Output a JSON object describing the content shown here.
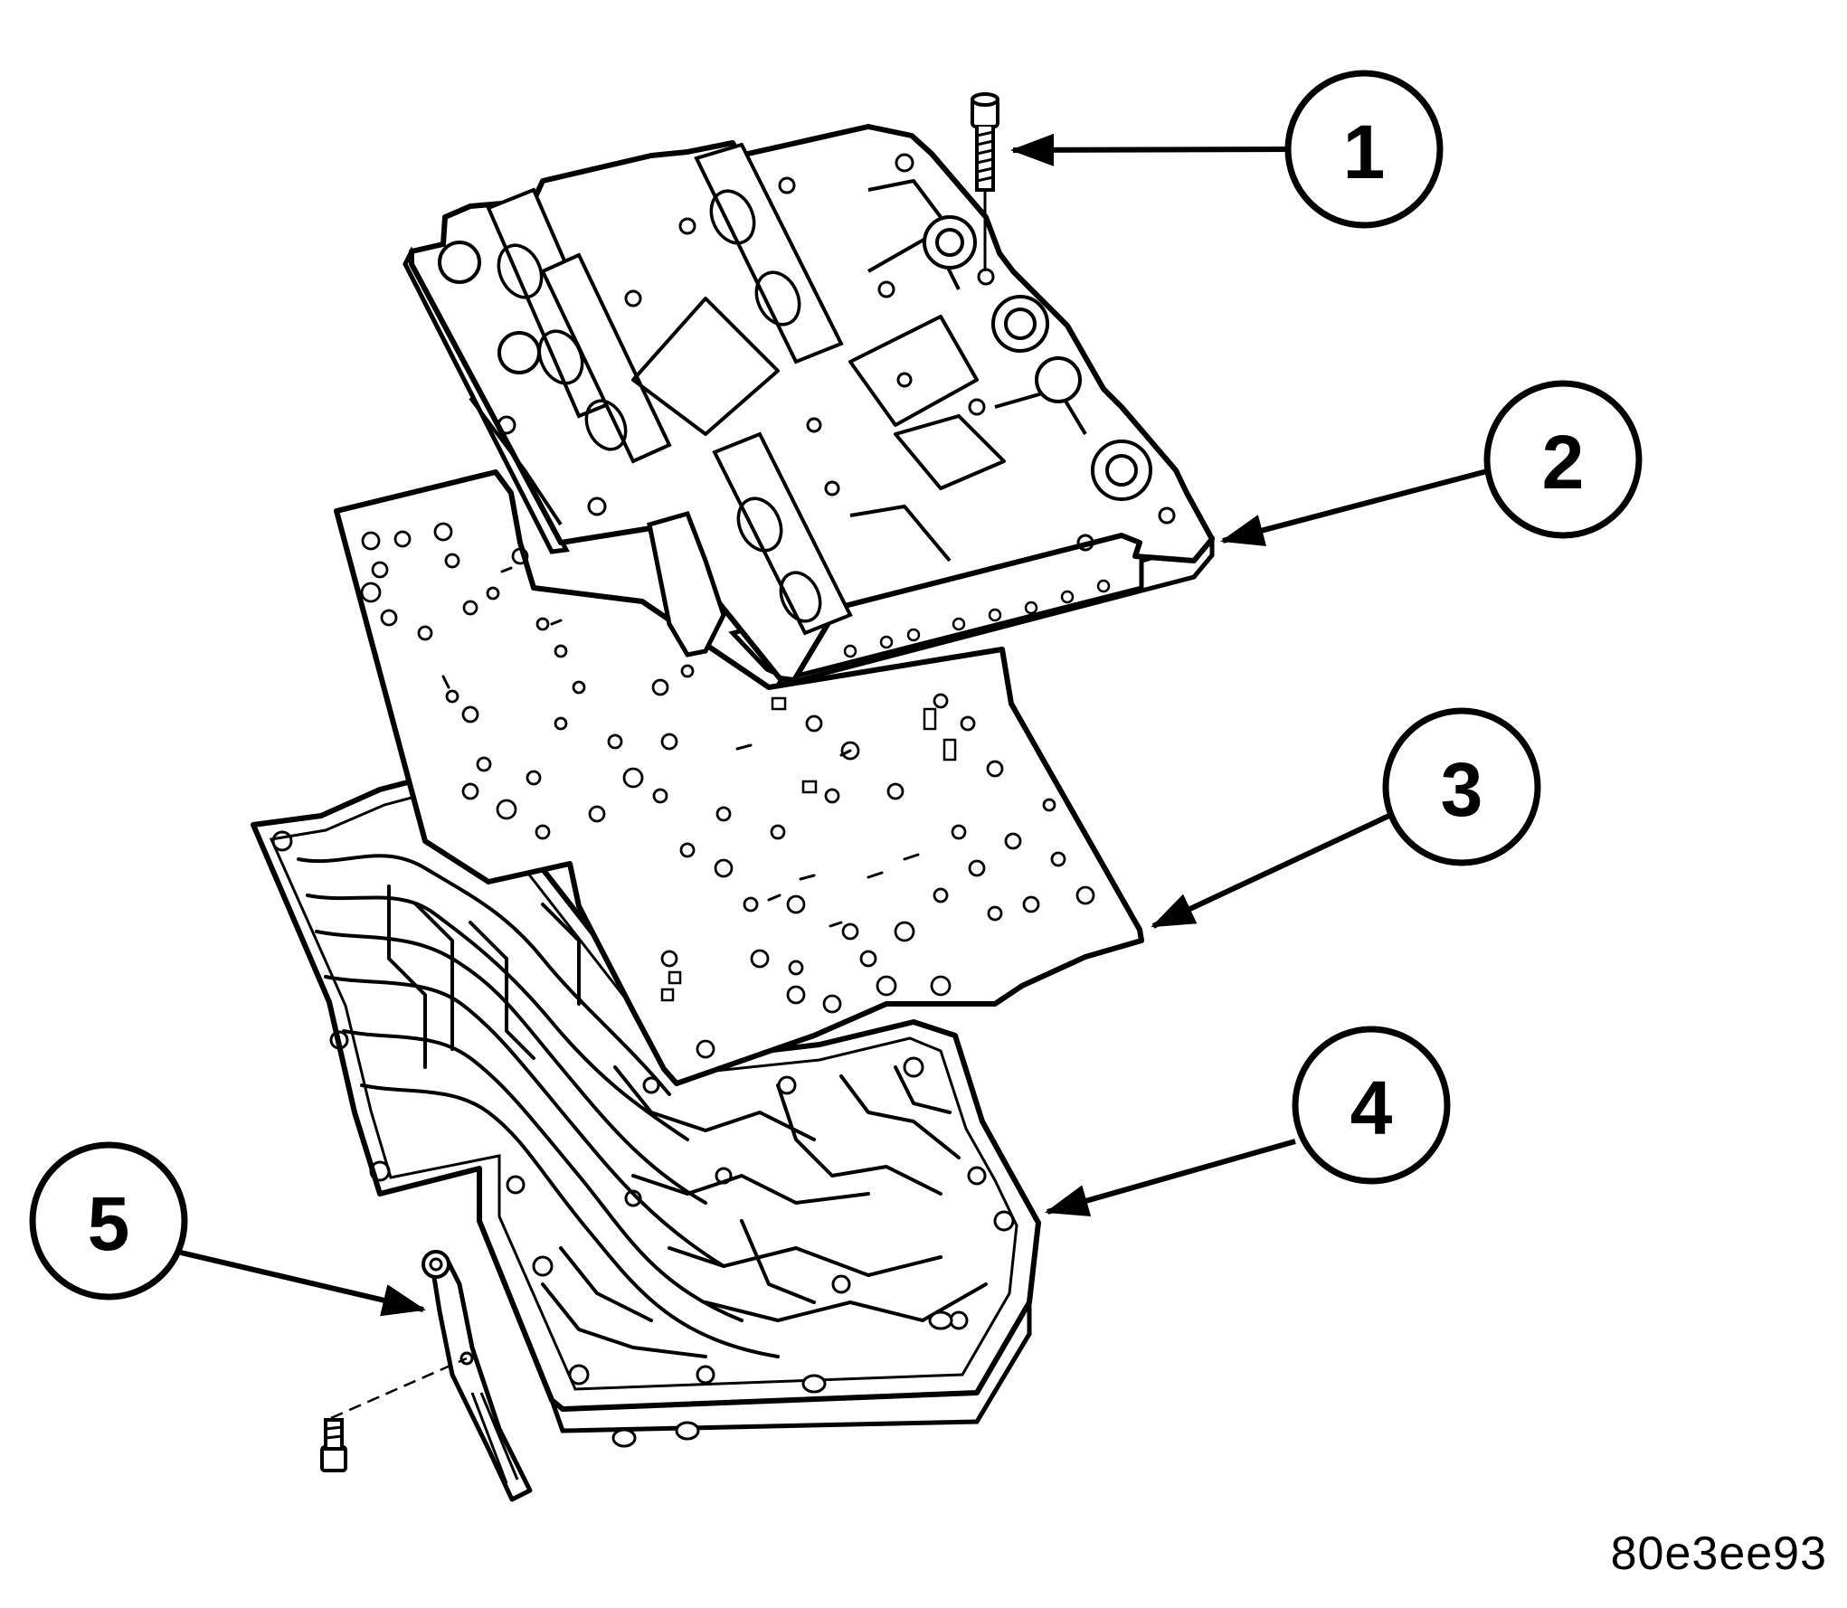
{
  "callouts": [
    {
      "id": 1,
      "label": "1"
    },
    {
      "id": 2,
      "label": "2"
    },
    {
      "id": 3,
      "label": "3"
    },
    {
      "id": 4,
      "label": "4"
    },
    {
      "id": 5,
      "label": "5"
    }
  ],
  "figure_id": "80e3ee93",
  "colors": {
    "line": "#000000",
    "background": "#ffffff"
  }
}
